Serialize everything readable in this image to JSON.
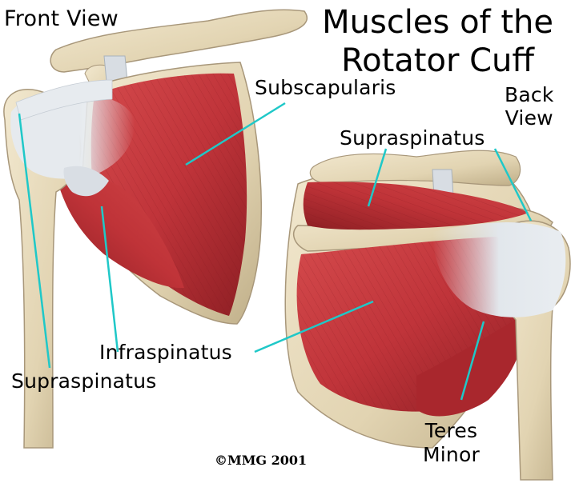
{
  "title": {
    "line1": "Muscles of the",
    "line2": "Rotator Cuff"
  },
  "views": {
    "front": "Front View",
    "back_line1": "Back",
    "back_line2": "View"
  },
  "labels": {
    "subscapularis": "Subscapularis",
    "supraspinatus_back": "Supraspinatus",
    "infraspinatus": "Infraspinatus",
    "supraspinatus_front": "Supraspinatus",
    "teres_minor_line1": "Teres",
    "teres_minor_line2": "Minor"
  },
  "copyright": "©MMG 2001",
  "colors": {
    "muscle": "#c3363a",
    "muscle_dark": "#8e1f24",
    "tendon": "#dde3ea",
    "bone": "#e8dcc0",
    "bone_shadow": "#b8a883",
    "leader_line": "#1fc8c8"
  }
}
